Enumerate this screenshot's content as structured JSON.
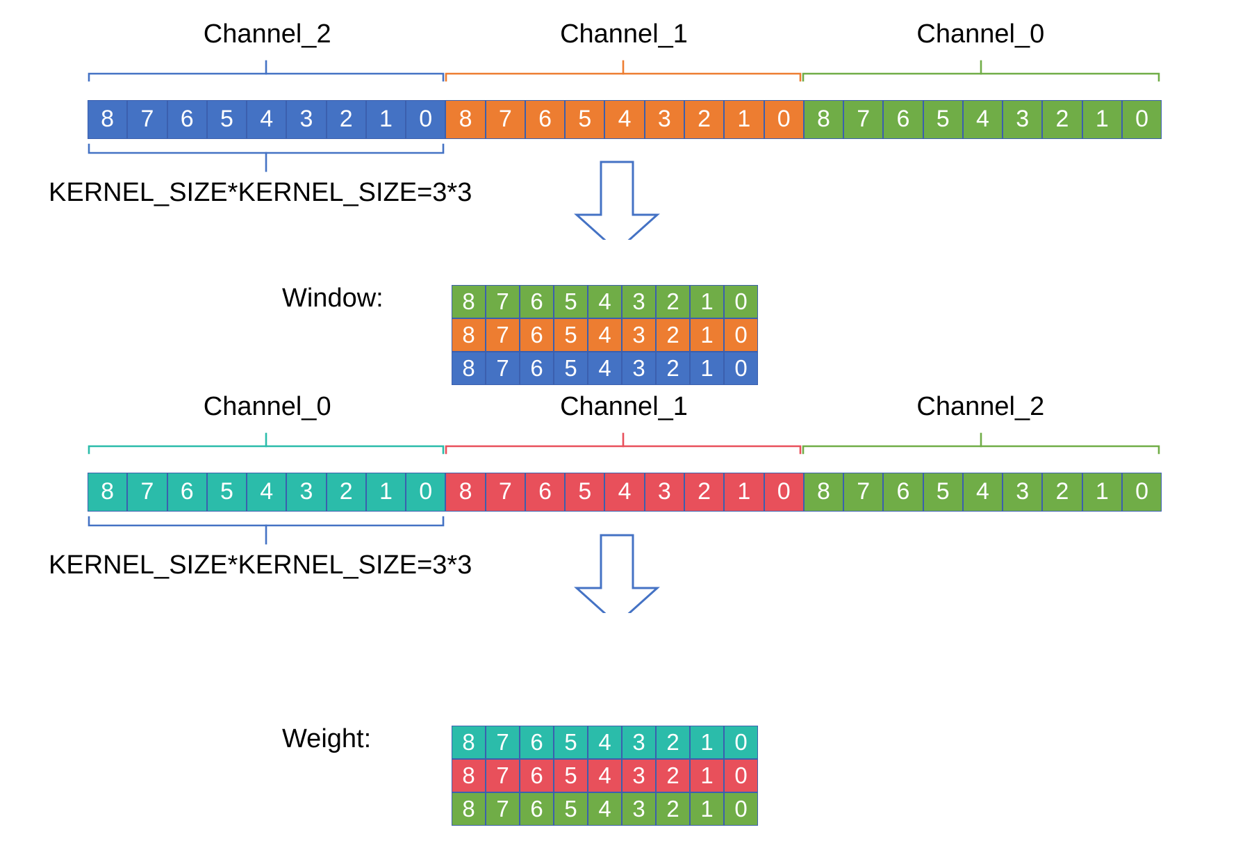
{
  "diagram": {
    "title_semantics": "im2col window and weight channel layout",
    "colors": {
      "blue": "#4472C4",
      "orange": "#ED7D31",
      "green": "#70AD47",
      "teal": "#2BBCAA",
      "red": "#E8505B",
      "cell_border": "#3B5FAE",
      "arrow_stroke": "#4472C4",
      "text": "#000000"
    },
    "cell_values": [
      "8",
      "7",
      "6",
      "5",
      "4",
      "3",
      "2",
      "1",
      "0"
    ]
  },
  "section_top": {
    "channel_labels": [
      {
        "text": "Channel_2",
        "color": "#4472C4"
      },
      {
        "text": "Channel_1",
        "color": "#ED7D31"
      },
      {
        "text": "Channel_0",
        "color": "#70AD47"
      }
    ],
    "strip_groups": [
      {
        "name": "Channel_2",
        "color": "#4472C4",
        "values": [
          "8",
          "7",
          "6",
          "5",
          "4",
          "3",
          "2",
          "1",
          "0"
        ]
      },
      {
        "name": "Channel_1",
        "color": "#ED7D31",
        "values": [
          "8",
          "7",
          "6",
          "5",
          "4",
          "3",
          "2",
          "1",
          "0"
        ]
      },
      {
        "name": "Channel_0",
        "color": "#70AD47",
        "values": [
          "8",
          "7",
          "6",
          "5",
          "4",
          "3",
          "2",
          "1",
          "0"
        ]
      }
    ],
    "kernel_note": "KERNEL_SIZE*KERNEL_SIZE=3*3",
    "output_label": "Window:",
    "output_rows": [
      {
        "color": "#70AD47",
        "values": [
          "8",
          "7",
          "6",
          "5",
          "4",
          "3",
          "2",
          "1",
          "0"
        ]
      },
      {
        "color": "#ED7D31",
        "values": [
          "8",
          "7",
          "6",
          "5",
          "4",
          "3",
          "2",
          "1",
          "0"
        ]
      },
      {
        "color": "#4472C4",
        "values": [
          "8",
          "7",
          "6",
          "5",
          "4",
          "3",
          "2",
          "1",
          "0"
        ]
      }
    ]
  },
  "section_bottom": {
    "channel_labels": [
      {
        "text": "Channel_0",
        "color": "#2BBCAA"
      },
      {
        "text": "Channel_1",
        "color": "#E8505B"
      },
      {
        "text": "Channel_2",
        "color": "#70AD47"
      }
    ],
    "strip_groups": [
      {
        "name": "Channel_0",
        "color": "#2BBCAA",
        "values": [
          "8",
          "7",
          "6",
          "5",
          "4",
          "3",
          "2",
          "1",
          "0"
        ]
      },
      {
        "name": "Channel_1",
        "color": "#E8505B",
        "values": [
          "8",
          "7",
          "6",
          "5",
          "4",
          "3",
          "2",
          "1",
          "0"
        ]
      },
      {
        "name": "Channel_2",
        "color": "#70AD47",
        "values": [
          "8",
          "7",
          "6",
          "5",
          "4",
          "3",
          "2",
          "1",
          "0"
        ]
      }
    ],
    "kernel_note": "KERNEL_SIZE*KERNEL_SIZE=3*3",
    "output_label": "Weight:",
    "output_rows": [
      {
        "color": "#2BBCAA",
        "values": [
          "8",
          "7",
          "6",
          "5",
          "4",
          "3",
          "2",
          "1",
          "0"
        ]
      },
      {
        "color": "#E8505B",
        "values": [
          "8",
          "7",
          "6",
          "5",
          "4",
          "3",
          "2",
          "1",
          "0"
        ]
      },
      {
        "color": "#70AD47",
        "values": [
          "8",
          "7",
          "6",
          "5",
          "4",
          "3",
          "2",
          "1",
          "0"
        ]
      }
    ]
  }
}
